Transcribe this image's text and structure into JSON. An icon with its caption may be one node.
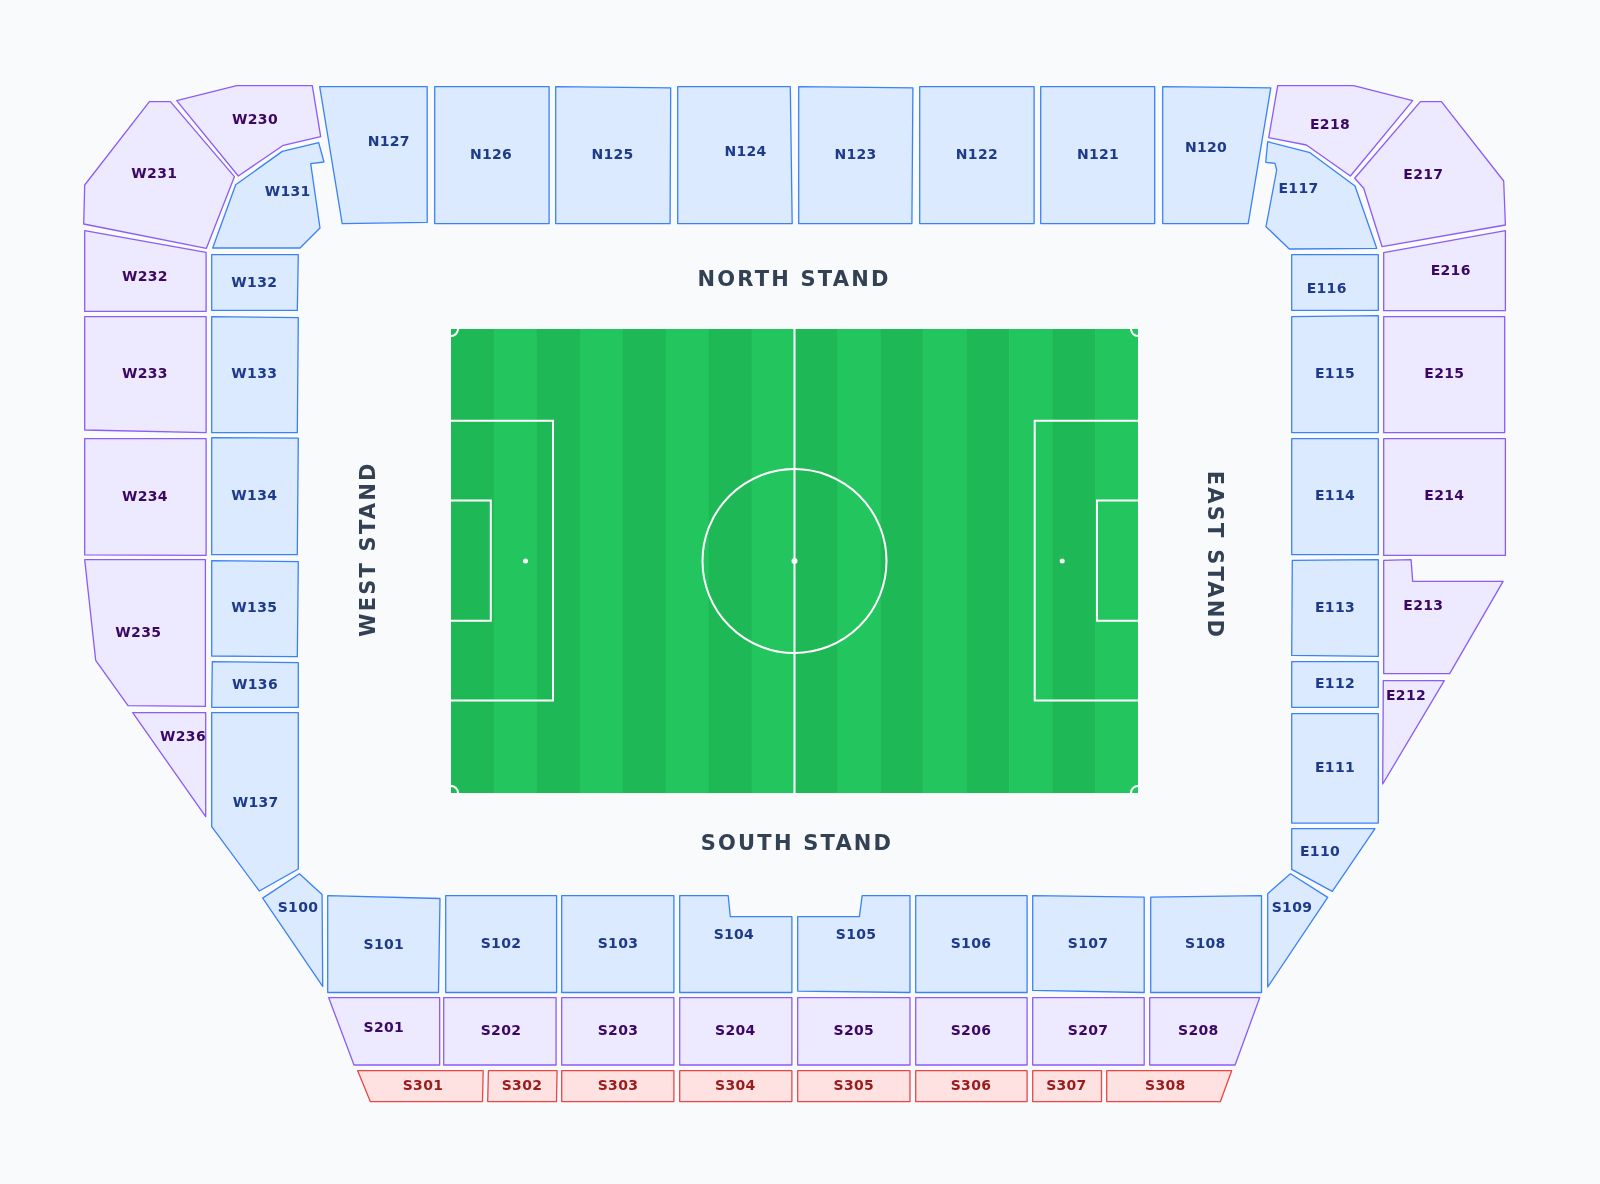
{
  "diagram": {
    "nodes": [
      {
        "text": [
          "W230"
        ]
      },
      {
        "text": [
          "W231"
        ]
      },
      {
        "text": [
          "W131"
        ]
      },
      {
        "text": [
          "N127"
        ]
      },
      {
        "text": [
          "N126"
        ]
      },
      {
        "text": [
          "N125"
        ]
      },
      {
        "text": [
          "N124"
        ]
      },
      {
        "text": [
          "N123"
        ]
      },
      {
        "text": [
          "N122"
        ]
      },
      {
        "text": [
          "N121"
        ]
      },
      {
        "text": [
          "N120"
        ]
      },
      {
        "text": [
          "E218"
        ]
      },
      {
        "text": [
          "E117"
        ]
      },
      {
        "text": [
          "E217"
        ]
      },
      {
        "text": [
          "W232"
        ]
      },
      {
        "text": [
          "W132"
        ]
      },
      {
        "text": [
          "E116"
        ]
      },
      {
        "text": [
          "E216"
        ]
      },
      {
        "text": [
          "W233"
        ]
      },
      {
        "text": [
          "W133"
        ]
      },
      {
        "text": [
          "E115"
        ]
      },
      {
        "text": [
          "E215"
        ]
      },
      {
        "text": [
          "W234"
        ]
      },
      {
        "text": [
          "W134"
        ]
      },
      {
        "text": [
          "E114"
        ]
      },
      {
        "text": [
          "E214"
        ]
      },
      {
        "text": [
          "W235"
        ]
      },
      {
        "text": [
          "W135"
        ]
      },
      {
        "text": [
          "E113"
        ]
      },
      {
        "text": [
          "E213"
        ]
      },
      {
        "text": [
          "W136"
        ]
      },
      {
        "text": [
          "E112"
        ]
      },
      {
        "text": [
          "W236"
        ]
      },
      {
        "text": [
          "W137"
        ]
      },
      {
        "text": [
          "E212"
        ]
      },
      {
        "text": [
          "E111"
        ]
      },
      {
        "text": [
          "E110"
        ]
      },
      {
        "text": [
          "S100"
        ]
      },
      {
        "text": [
          "S101"
        ]
      },
      {
        "text": [
          "S102"
        ]
      },
      {
        "text": [
          "S103"
        ]
      },
      {
        "text": [
          "S104"
        ]
      },
      {
        "text": [
          "S105"
        ]
      },
      {
        "text": [
          "S106"
        ]
      },
      {
        "text": [
          "S107"
        ]
      },
      {
        "text": [
          "S108"
        ]
      },
      {
        "text": [
          "S109"
        ]
      },
      {
        "text": [
          "S201"
        ]
      },
      {
        "text": [
          "S202"
        ]
      },
      {
        "text": [
          "S203"
        ]
      },
      {
        "text": [
          "S204"
        ]
      },
      {
        "text": [
          "S205"
        ]
      },
      {
        "text": [
          "S206"
        ]
      },
      {
        "text": [
          "S207"
        ]
      },
      {
        "text": [
          "S208"
        ]
      },
      {
        "text": [
          "S301"
        ]
      },
      {
        "text": [
          "S302"
        ]
      },
      {
        "text": [
          "S303"
        ]
      },
      {
        "text": [
          "S304"
        ]
      },
      {
        "text": [
          "S305"
        ]
      },
      {
        "text": [
          "S306"
        ]
      },
      {
        "text": [
          "S307"
        ]
      },
      {
        "text": [
          "S308"
        ]
      }
    ],
    "labels": [
      "NORTH STAND",
      "WEST STAND",
      "EAST STAND",
      "SOUTH STAND"
    ]
  }
}
